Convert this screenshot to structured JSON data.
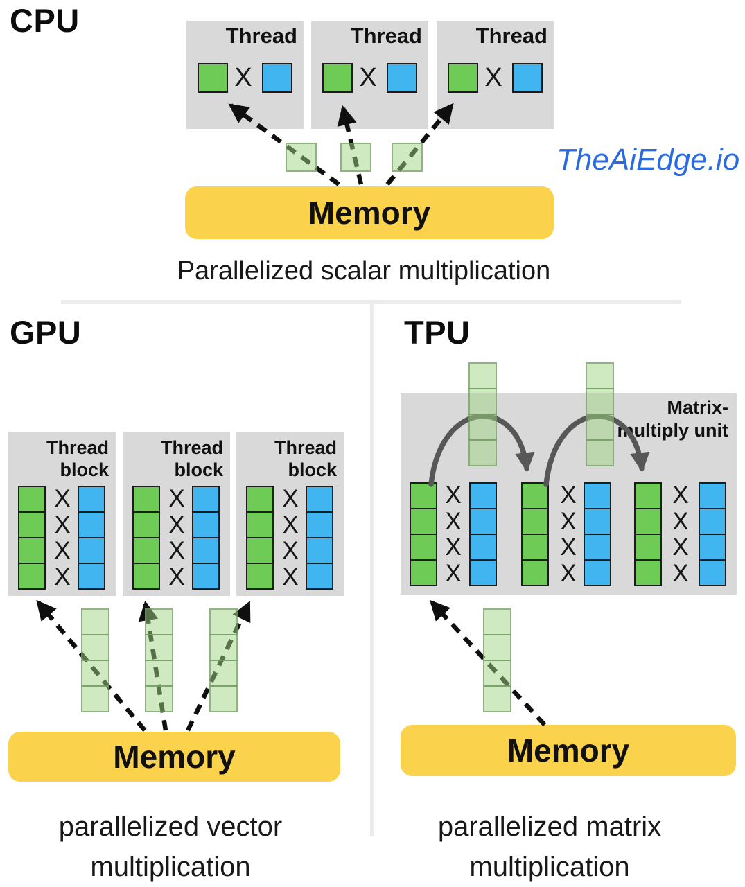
{
  "watermark": {
    "text": "TheAiEdge.io"
  },
  "symbols": {
    "multiply": "X"
  },
  "colors": {
    "green": "#6ecb55",
    "blue": "#40b5f0",
    "memory_yellow": "#fbd24c",
    "panel_gray": "#d9d9d9",
    "light_green": "#cde9c2",
    "watermark_blue": "#2c6bdd",
    "arc_gray": "#575757"
  },
  "cpu": {
    "title": "CPU",
    "thread_label": "Thread",
    "memory_label": "Memory",
    "caption": "Parallelized scalar multiplication"
  },
  "gpu": {
    "title": "GPU",
    "block_label_line1": "Thread",
    "block_label_line2": "block",
    "memory_label": "Memory",
    "caption_line1": "parallelized vector",
    "caption_line2": "multiplication"
  },
  "tpu": {
    "title": "TPU",
    "unit_label_line1": "Matrix-",
    "unit_label_line2": "multiply unit",
    "memory_label": "Memory",
    "caption_line1": "parallelized matrix",
    "caption_line2": "multiplication"
  }
}
